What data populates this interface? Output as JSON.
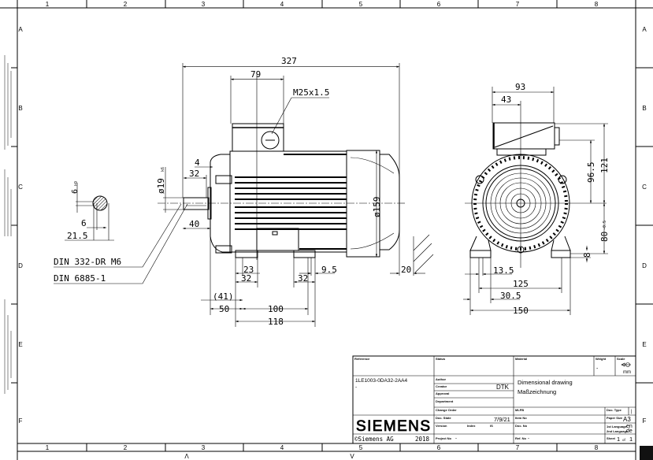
{
  "frame": {
    "columns": [
      "1",
      "2",
      "3",
      "4",
      "5",
      "6",
      "7",
      "8"
    ],
    "rows": [
      "A",
      "B",
      "C",
      "D",
      "E",
      "F"
    ],
    "bottom_marks": [
      "Λ",
      "V"
    ]
  },
  "side_view": {
    "overall_length": "327",
    "terminal_box_width": "79",
    "cable_gland": "M25x1.5",
    "fan_cover_diameter": "ø159",
    "shaft_diameter": "ø19",
    "shaft_tolerance": "k6",
    "shoulder": "4",
    "shaft_key_length": "32",
    "shaft_length": "40",
    "foot_23": "23",
    "foot_32_left": "32",
    "foot_32_right": "32",
    "foot_9_5": "9.5",
    "dim_41": "(41)",
    "dim_50": "50",
    "dim_100": "100",
    "dim_118": "118",
    "clearance_20": "20"
  },
  "key_section": {
    "key_width": "6",
    "key_tolerance": "h9",
    "key_depth": "6",
    "shaft_height": "21.5",
    "standard_1": "DIN 332-DR M6",
    "standard_2": "DIN 6885-1"
  },
  "end_view": {
    "box_width": "93",
    "box_offset": "43",
    "height_121": "121",
    "height_96_5": "96.5",
    "shaft_height": "80",
    "shaft_height_tol": "-0.5",
    "foot_thickness": "8",
    "dim_13_5": "13.5",
    "dim_125": "125",
    "dim_30_5": "30.5",
    "dim_150": "150"
  },
  "title_block": {
    "reference_label": "Reference",
    "reference_value": "1LE1003-0DA32-2AA4",
    "reference_sub": "-",
    "status_label": "Status",
    "material_label": "Material",
    "weight_label": "Weight",
    "weight_value": "-",
    "scale_label": "Scale",
    "scale_unit": "mm",
    "author_label": "Author",
    "creator_label": "Creator",
    "creator_value": "DTK",
    "approval_label": "Approval",
    "department_label": "Department",
    "title_en": "Dimensional drawing",
    "title_de": "Maßzeichnung",
    "change_order_label": "Change Order",
    "mlfb_label": "MLFB",
    "doc_type_label": "Doc. Type",
    "doc_type_value": "|",
    "doc_state_label": "Doc. State",
    "doc_state_value": "7/9/21",
    "item_no_label": "Item No",
    "paper_size_label": "Paper Size",
    "paper_size_value": "A3",
    "version_label": "Version",
    "index_label": "Index",
    "is_label": "IS",
    "doc_no_label": "Doc. No",
    "lang1_label": "1st Language",
    "lang1_value": "en",
    "lang2_label": "2nd Language",
    "lang2_value": "de",
    "brand": "SIEMENS",
    "copyright": "©Siemens AG",
    "year": "2018",
    "project_no_label": "Project No",
    "project_no_value": "-",
    "ref_no_label": "Ref. No",
    "ref_no_value": "-",
    "sheet_label": "Sheet",
    "sheet_value": "1",
    "sheet_of": "of",
    "sheet_total": "1"
  }
}
